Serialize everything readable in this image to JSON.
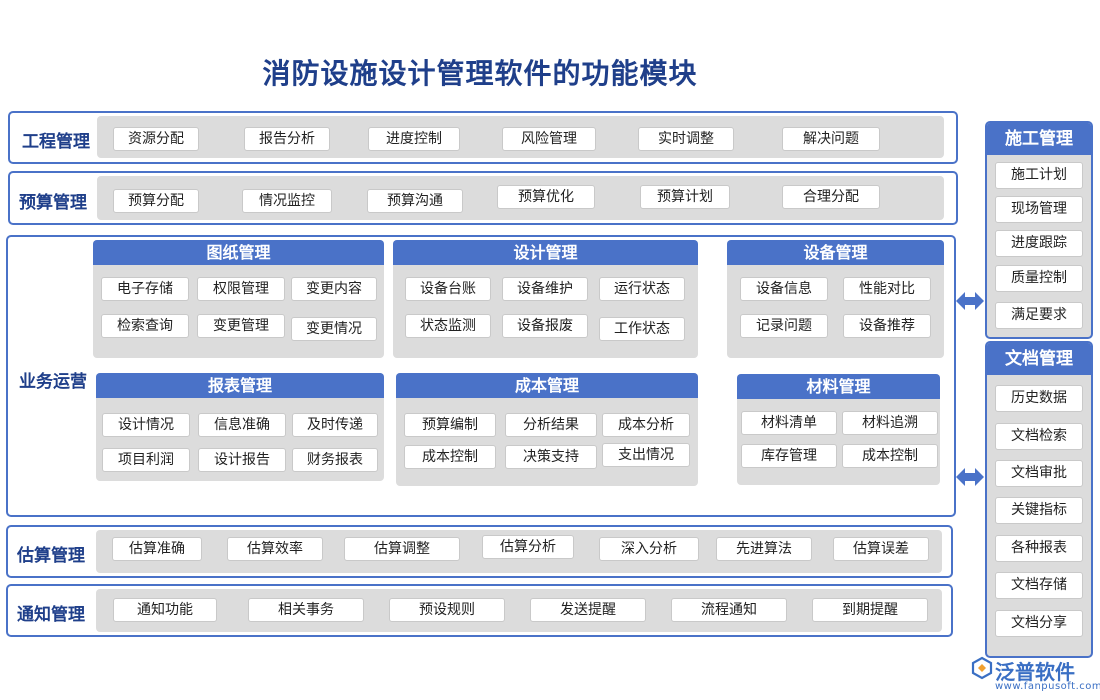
{
  "title": "消防设施设计管理软件的功能模块",
  "rows": {
    "gongcheng": {
      "label": "工程管理",
      "items": [
        "资源分配",
        "报告分析",
        "进度控制",
        "风险管理",
        "实时调整",
        "解决问题"
      ]
    },
    "yusuan": {
      "label": "预算管理",
      "items": [
        "预算分配",
        "情况监控",
        "预算沟通",
        "预算优化",
        "预算计划",
        "合理分配"
      ]
    },
    "gusuan": {
      "label": "估算管理",
      "items": [
        "估算准确",
        "估算效率",
        "估算调整",
        "估算分析",
        "深入分析",
        "先进算法",
        "估算误差"
      ]
    },
    "tongzhi": {
      "label": "通知管理",
      "items": [
        "通知功能",
        "相关事务",
        "预设规则",
        "发送提醒",
        "流程通知",
        "到期提醒"
      ]
    }
  },
  "business": {
    "label": "业务运营",
    "panels": {
      "tuzhi": {
        "title": "图纸管理",
        "items": [
          "电子存储",
          "权限管理",
          "变更内容",
          "检索查询",
          "变更管理",
          "变更情况"
        ]
      },
      "sheji": {
        "title": "设计管理",
        "items": [
          "设备台账",
          "设备维护",
          "运行状态",
          "状态监测",
          "设备报废",
          "工作状态"
        ]
      },
      "shebei": {
        "title": "设备管理",
        "items": [
          "设备信息",
          "性能对比",
          "记录问题",
          "设备推荐"
        ]
      },
      "baobiao": {
        "title": "报表管理",
        "items": [
          "设计情况",
          "信息准确",
          "及时传递",
          "项目利润",
          "设计报告",
          "财务报表"
        ]
      },
      "chengben": {
        "title": "成本管理",
        "items": [
          "预算编制",
          "分析结果",
          "成本分析",
          "成本控制",
          "决策支持",
          "支出情况"
        ]
      },
      "cailiao": {
        "title": "材料管理",
        "items": [
          "材料清单",
          "材料追溯",
          "库存管理",
          "成本控制"
        ]
      }
    }
  },
  "side": {
    "shigong": {
      "title": "施工管理",
      "items": [
        "施工计划",
        "现场管理",
        "进度跟踪",
        "质量控制",
        "满足要求"
      ]
    },
    "wendang": {
      "title": "文档管理",
      "items": [
        "历史数据",
        "文档检索",
        "文档审批",
        "关键指标",
        "各种报表",
        "文档存储",
        "文档分享"
      ]
    }
  },
  "logo": {
    "name": "泛普软件",
    "url": "www.fanpusoft.com"
  },
  "colors": {
    "accent": "#4a72c8",
    "panel_bg": "#dcdcdc",
    "title": "#1f3f8a"
  }
}
